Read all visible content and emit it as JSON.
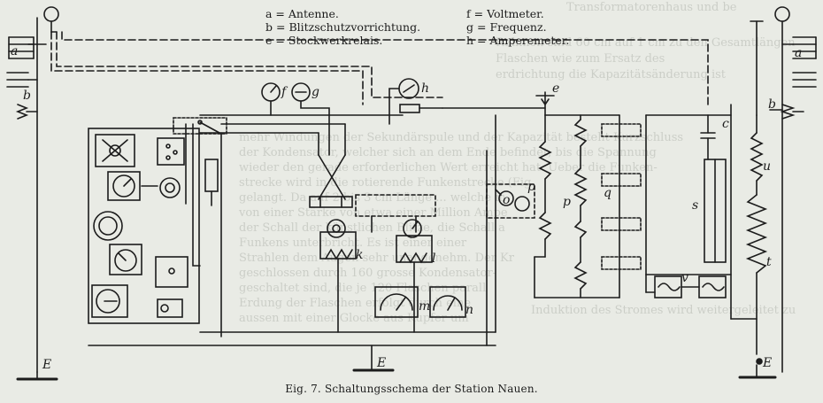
{
  "legend_left": [
    {
      "key": "a",
      "text": "Antenne."
    },
    {
      "key": "b",
      "text": "Blitzschutzvorrichtung."
    },
    {
      "key": "e",
      "text": "Stockwerkrelais."
    }
  ],
  "legend_right": [
    {
      "key": "f",
      "text": "Voltmeter."
    },
    {
      "key": "g",
      "text": "Frequenz."
    },
    {
      "key": "h",
      "text": "Amperemeter."
    }
  ],
  "caption": "Eig. 7. Schaltungsschema der Station Nauen.",
  "component_labels": {
    "antenna_left": "a",
    "antenna_right": "a",
    "lightning_left": "b",
    "lightning_right": "b",
    "relay": "e",
    "voltmeter": "f",
    "frequency": "g",
    "ammeter": "h",
    "coil_k": "k",
    "coil_l": "l",
    "meter_m": "m",
    "meter_n": "n",
    "coil_o": "o",
    "cap_c": "c",
    "res_p1": "p",
    "res_p2": "p",
    "cap_q": "q",
    "coil_s": "s",
    "coil_t": "t",
    "coil_u": "u",
    "coil_v": "v",
    "ground_1": "E",
    "ground_2": "E",
    "ground_3": "E"
  },
  "bleed_text": [
    "Transformatorenhaus und be",
    "mehr Windungen der Sekundärspule und der Kapazität besteht Kurzschluss",
    "der Kondensator, welcher sich an dem Ende befindet, bis die Spannung",
    "wieder den gerade erforderlichen Wert erreicht hat. Ueber die Funken-",
    "strecke wird in die rotierende Funkenstrecke (Fig.",
    "gelangt. Da auf 2 bis 3 cm Länge ... welche m",
    "von einer Stärke von etwa einer Million Ampe",
    "der Schall der künstlichen Blitze, die Schall a",
    "Funkens unterbricht. Es ist einer einer",
    "Strahlen dem Augen sehr unangenehm. Der Kr",
    "geschlossen durch 160 grosse Kondensator-",
    "geschaltet sind, die je 120 Flaschen parall",
    "Erdung der Flaschen erfolgt durch eine",
    "aussen mit einer Glocke aus Kupfer um",
    "Rahmen sind 60 cm auf 1 cm zu den Gesamtlängen",
    "Induktion des Stromes wird weitergeleitet zu",
    "Flaschen wie zum Ersatz des",
    "erdrichtung die Kapazitätsänderung ist"
  ]
}
